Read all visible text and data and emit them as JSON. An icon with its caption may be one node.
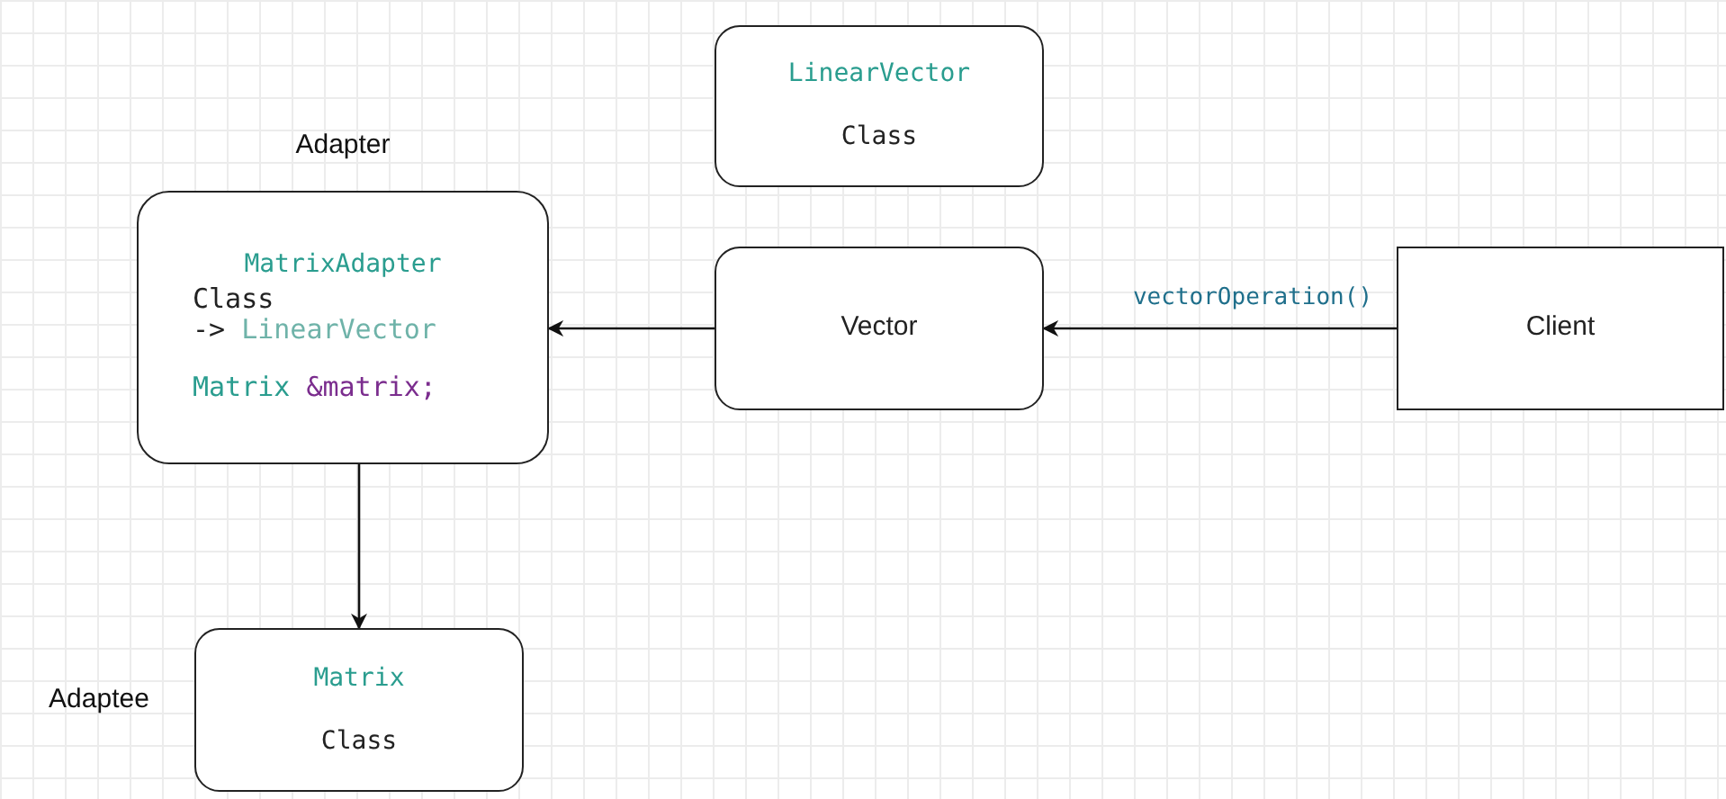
{
  "diagram": {
    "nodes": [
      {
        "text": [
          "LinearVector",
          "Class"
        ]
      },
      {
        "text": [
          "MatrixAdapter",
          "Class -> LinearVector",
          "Matrix &matrix;"
        ],
        "beside": [
          "Adapter"
        ]
      },
      {
        "text": [
          "Vector"
        ]
      },
      {
        "text": [
          "Client"
        ]
      },
      {
        "text": [
          "Matrix",
          "Class"
        ],
        "beside": [
          "Adaptee"
        ]
      }
    ],
    "edges": [
      {
        "from": 2,
        "to": 1,
        "arrow": "to"
      },
      {
        "from": 3,
        "to": 2,
        "arrow": "to",
        "label": "vectorOperation()"
      },
      {
        "from": 1,
        "to": 4,
        "arrow": "to"
      }
    ]
  }
}
